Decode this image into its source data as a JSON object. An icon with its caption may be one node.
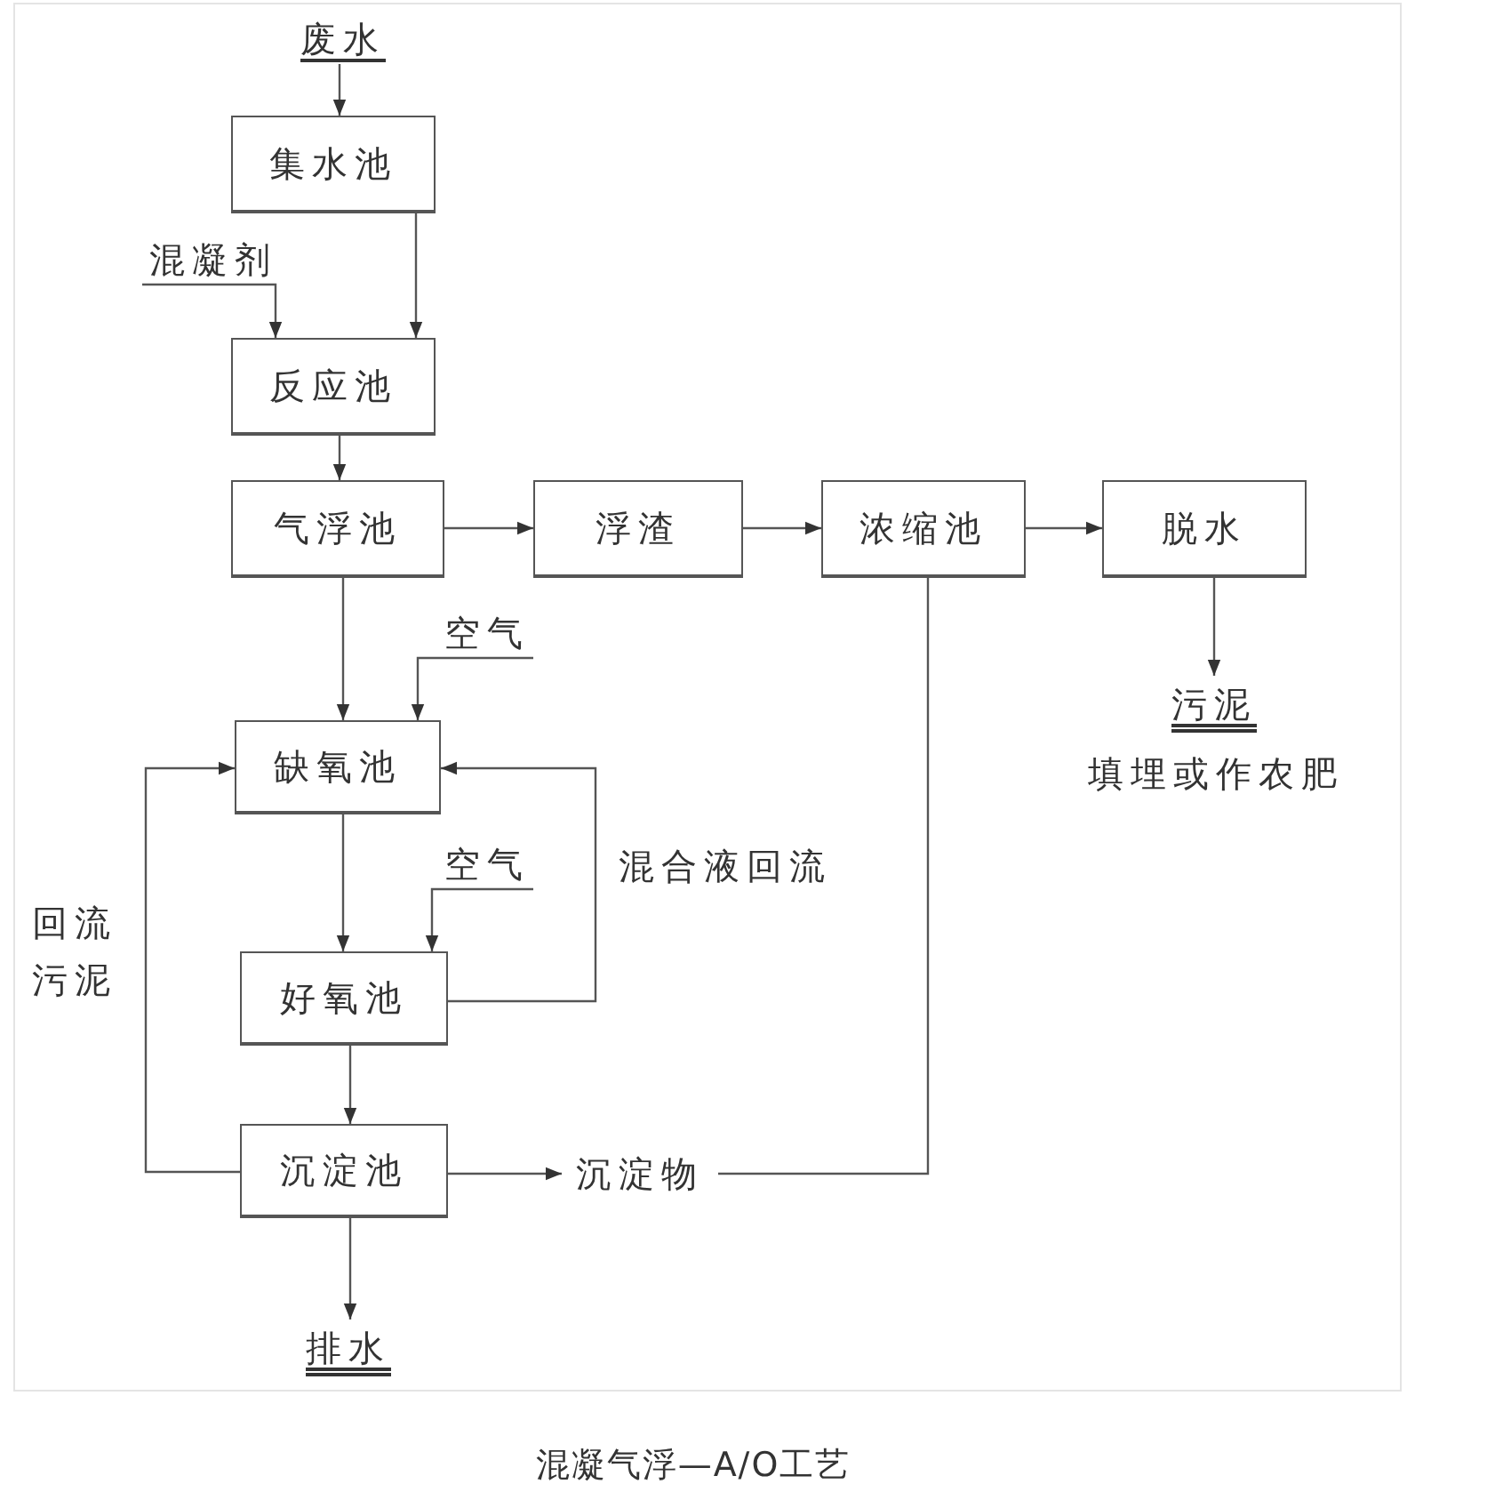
{
  "diagram": {
    "caption": "混凝气浮—A/O工艺",
    "nodes": [
      {
        "text": [
          "废水"
        ]
      },
      {
        "text": [
          "集水池"
        ]
      },
      {
        "text": [
          "混凝剂"
        ]
      },
      {
        "text": [
          "反应池"
        ]
      },
      {
        "text": [
          "气浮池"
        ]
      },
      {
        "text": [
          "浮渣"
        ]
      },
      {
        "text": [
          "浓缩池"
        ]
      },
      {
        "text": [
          "脱水"
        ]
      },
      {
        "text": [
          "空气"
        ]
      },
      {
        "text": [
          "缺氧池"
        ]
      },
      {
        "text": [
          "空气"
        ]
      },
      {
        "text": [
          "好氧池"
        ]
      },
      {
        "text": [
          "沉淀池"
        ]
      },
      {
        "text": [
          "沉淀物"
        ]
      },
      {
        "text": [
          "排水"
        ]
      },
      {
        "text": [
          "污泥"
        ],
        "beside": [
          "填埋或作农肥"
        ]
      }
    ],
    "edges": [
      {
        "from": 0,
        "to": 1,
        "arrow": "to"
      },
      {
        "from": 1,
        "to": 3,
        "arrow": "to"
      },
      {
        "from": 2,
        "to": 3,
        "arrow": "to"
      },
      {
        "from": 3,
        "to": 4,
        "arrow": "to"
      },
      {
        "from": 4,
        "to": 5,
        "arrow": "to"
      },
      {
        "from": 5,
        "to": 6,
        "arrow": "to"
      },
      {
        "from": 6,
        "to": 7,
        "arrow": "to"
      },
      {
        "from": 7,
        "to": 15,
        "arrow": "to"
      },
      {
        "from": 4,
        "to": 9,
        "arrow": "to"
      },
      {
        "from": 8,
        "to": 9,
        "arrow": "to"
      },
      {
        "from": 9,
        "to": 11,
        "arrow": "to"
      },
      {
        "from": 10,
        "to": 11,
        "arrow": "to"
      },
      {
        "from": 11,
        "to": 9,
        "arrow": "to",
        "label": "混合液回流"
      },
      {
        "from": 12,
        "to": 9,
        "arrow": "to",
        "label": "回流污泥"
      },
      {
        "from": 11,
        "to": 12,
        "arrow": "to"
      },
      {
        "from": 12,
        "to": 13,
        "arrow": "to"
      },
      {
        "from": 13,
        "to": 6,
        "arrow": "to"
      },
      {
        "from": 12,
        "to": 14,
        "arrow": "to"
      }
    ]
  }
}
